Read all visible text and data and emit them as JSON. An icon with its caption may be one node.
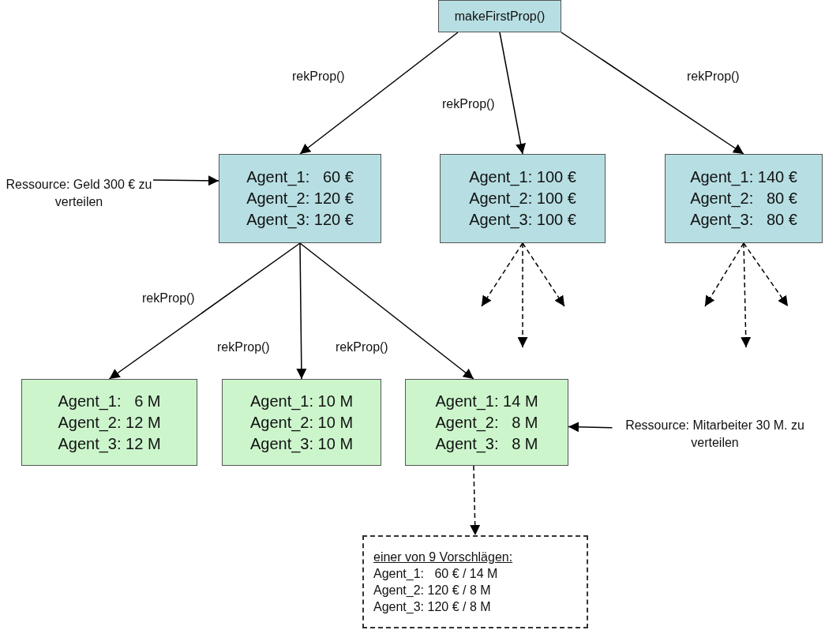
{
  "diagram": {
    "nodes": [
      {
        "text": [
          "makeFirstProp()"
        ]
      },
      {
        "text": [
          "Agent_1:   60 €",
          "Agent_2: 120 €",
          "Agent_3: 120 €"
        ]
      },
      {
        "text": [
          "Agent_1: 100 €",
          "Agent_2: 100 €",
          "Agent_3: 100 €"
        ]
      },
      {
        "text": [
          "Agent_1: 140 €",
          "Agent_2:   80 €",
          "Agent_3:   80 €"
        ]
      },
      {
        "text": [
          "Agent_1:   6 M",
          "Agent_2: 12 M",
          "Agent_3: 12 M"
        ]
      },
      {
        "text": [
          "Agent_1: 10 M",
          "Agent_2: 10 M",
          "Agent_3: 10 M"
        ]
      },
      {
        "text": [
          "Agent_1: 14 M",
          "Agent_2:   8 M",
          "Agent_3:   8 M"
        ]
      },
      {
        "text": [
          "einer von 9 Vorschlägen:",
          "Agent_1:   60 € / 14 M",
          "Agent_2: 120 € / 8 M",
          "Agent_3: 120 € / 8 M"
        ]
      },
      {
        "text": [
          "Ressource: Geld 300 € zu verteilen"
        ]
      },
      {
        "text": [
          "Ressource: Mitarbeiter 30 M. zu verteilen"
        ]
      }
    ],
    "edges": [
      {
        "from": 0,
        "to": 1,
        "arrow": "to",
        "label": "rekProp()"
      },
      {
        "from": 0,
        "to": 2,
        "arrow": "to",
        "label": "rekProp()"
      },
      {
        "from": 0,
        "to": 3,
        "arrow": "to",
        "label": "rekProp()"
      },
      {
        "from": 1,
        "to": 4,
        "arrow": "to",
        "label": "rekProp()"
      },
      {
        "from": 1,
        "to": 5,
        "arrow": "to",
        "label": "rekProp()"
      },
      {
        "from": 1,
        "to": 6,
        "arrow": "to",
        "label": "rekProp()"
      },
      {
        "from": 8,
        "to": 1,
        "arrow": "to"
      },
      {
        "from": 9,
        "to": 6,
        "arrow": "to"
      },
      {
        "from": 2,
        "to": null,
        "arrow": "to",
        "style": "dashed"
      },
      {
        "from": 2,
        "to": null,
        "arrow": "to",
        "style": "dashed"
      },
      {
        "from": 2,
        "to": null,
        "arrow": "to",
        "style": "dashed"
      },
      {
        "from": 3,
        "to": null,
        "arrow": "to",
        "style": "dashed"
      },
      {
        "from": 3,
        "to": null,
        "arrow": "to",
        "style": "dashed"
      },
      {
        "from": 3,
        "to": null,
        "arrow": "to",
        "style": "dashed"
      },
      {
        "from": 6,
        "to": 7,
        "arrow": "to",
        "style": "dashed"
      }
    ]
  }
}
